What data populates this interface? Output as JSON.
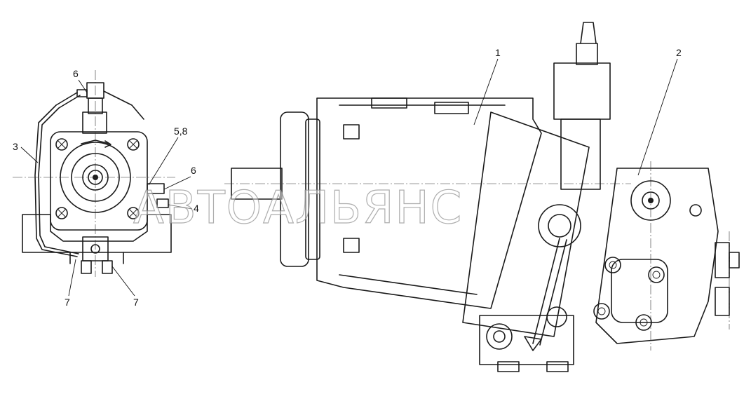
{
  "diagram": {
    "callouts": {
      "c1": "1",
      "c2": "2",
      "c3": "3",
      "c4": "4",
      "c58": "5,8",
      "c6a": "6",
      "c6b": "6",
      "c7a": "7",
      "c7b": "7"
    },
    "watermark": "АВТОАЛЬЯНС"
  }
}
